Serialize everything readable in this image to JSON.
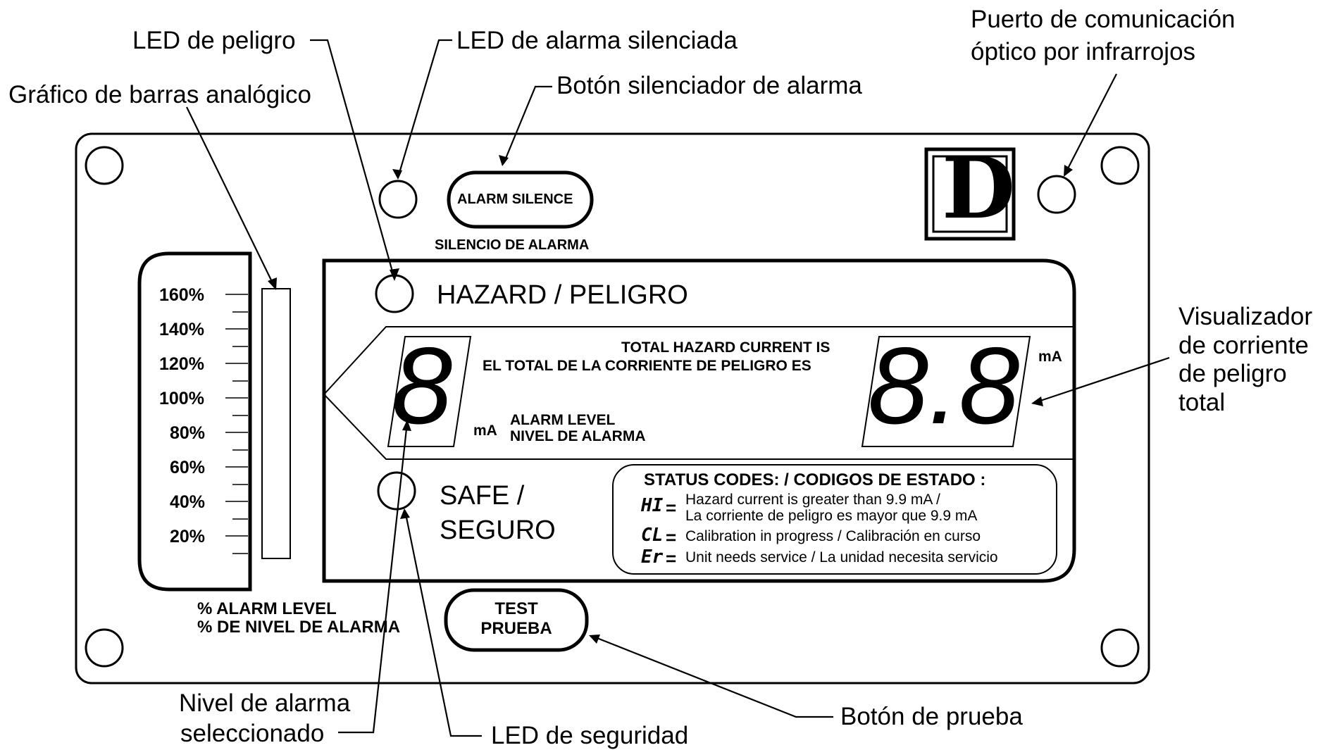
{
  "callouts": {
    "led_peligro": "LED de peligro",
    "led_alarma_silenciada": "LED de alarma silenciada",
    "puerto_line1": "Puerto de comunicación",
    "puerto_line2": "óptico por infrarrojos",
    "boton_silenciador": "Botón silenciador de alarma",
    "grafico_barras": "Gráfico de barras analógico",
    "visualizador": [
      "Visualizador",
      "de corriente",
      "de peligro",
      "total"
    ],
    "nivel_alarma_line1": "Nivel de alarma",
    "nivel_alarma_line2": "seleccionado",
    "led_seguridad": "LED de seguridad",
    "boton_prueba": "Botón de prueba"
  },
  "panel": {
    "alarm_silence_button": "ALARM SILENCE",
    "silencio_de_alarma": "SILENCIO DE ALARMA",
    "logo_letter": "D",
    "hazard_label": "HAZARD / PELIGRO",
    "safe_label_line1": "SAFE /",
    "safe_label_line2": "SEGURO",
    "total_hazard_line1": "TOTAL HAZARD CURRENT IS",
    "total_hazard_line2": "EL TOTAL DE LA CORRIENTE DE PELIGRO ES",
    "alarm_level_digit": "8",
    "alarm_level_unit": "mA",
    "alarm_level_line1": "ALARM LEVEL",
    "alarm_level_line2": "NIVEL DE ALARMA",
    "total_current_value": "8.8",
    "total_current_unit": "mA",
    "bar_scale": [
      "160%",
      "140%",
      "120%",
      "100%",
      "80%",
      "60%",
      "40%",
      "20%"
    ],
    "bar_caption_line1": "% ALARM LEVEL",
    "bar_caption_line2": "% DE NIVEL DE ALARMA",
    "test_button_line1": "TEST",
    "test_button_line2": "PRUEBA",
    "status_title": "STATUS CODES: / CODIGOS DE ESTADO :",
    "status_codes": [
      {
        "code": "HI",
        "lines": [
          "Hazard current is greater than 9.9 mA /",
          "La corriente de peligro es mayor que 9.9 mA"
        ]
      },
      {
        "code": "CL",
        "lines": [
          "Calibration in progress / Calibración en curso"
        ]
      },
      {
        "code": "Er",
        "lines": [
          "Unit needs service / La unidad necesita servicio"
        ]
      }
    ]
  }
}
